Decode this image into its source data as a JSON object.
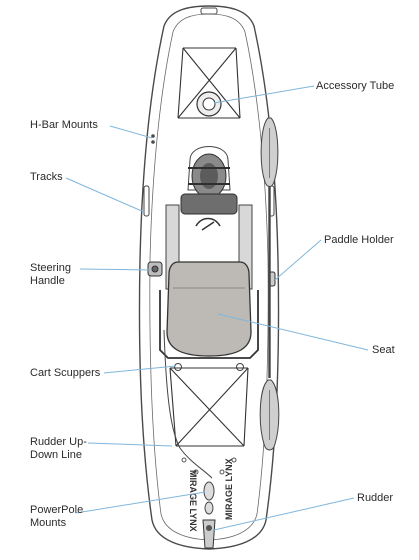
{
  "diagram": {
    "subject": "Mirage Lynx kayak (top view)",
    "hull_text": "MIRAGE LYNX",
    "colors": {
      "outline": "#4a4a4a",
      "hull": "#ffffff",
      "seat": "#bdbab5",
      "leader": "#7fb6dc",
      "text": "#2b2b2b"
    },
    "labels": {
      "accessory_tube": "Accessory Tube",
      "h_bar_mounts": "H-Bar Mounts",
      "tracks": "Tracks",
      "paddle_holder": "Paddle Holder",
      "steering_handle_1": "Steering",
      "steering_handle_2": "Handle",
      "seat": "Seat",
      "cart_scuppers": "Cart Scuppers",
      "rudder_line_1": "Rudder Up-",
      "rudder_line_2": "Down Line",
      "powerpole_1": "PowerPole",
      "powerpole_2": "Mounts",
      "rudder": "Rudder"
    }
  }
}
